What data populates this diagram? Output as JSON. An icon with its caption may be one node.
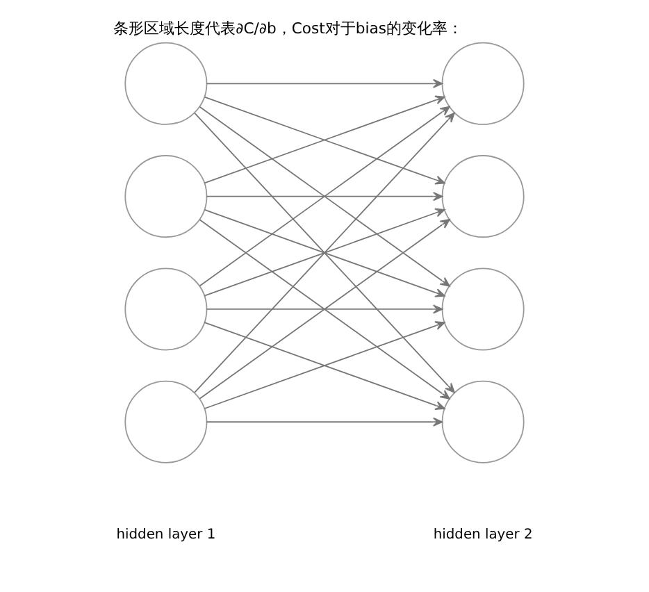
{
  "diagram": {
    "title": "条形区域长度代表∂C/∂b，Cost对于bias的变化率：",
    "nodes": [
      {
        "text": [],
        "shape": "circle"
      },
      {
        "text": [],
        "shape": "circle"
      },
      {
        "text": [],
        "shape": "circle"
      },
      {
        "text": [],
        "shape": "circle"
      },
      {
        "text": [],
        "shape": "circle"
      },
      {
        "text": [],
        "shape": "circle"
      },
      {
        "text": [],
        "shape": "circle"
      },
      {
        "text": [],
        "shape": "circle"
      }
    ],
    "edges": [
      {
        "from": 0,
        "to": 4,
        "arrow": "to"
      },
      {
        "from": 0,
        "to": 5,
        "arrow": "to"
      },
      {
        "from": 0,
        "to": 6,
        "arrow": "to"
      },
      {
        "from": 0,
        "to": 7,
        "arrow": "to"
      },
      {
        "from": 1,
        "to": 4,
        "arrow": "to"
      },
      {
        "from": 1,
        "to": 5,
        "arrow": "to"
      },
      {
        "from": 1,
        "to": 6,
        "arrow": "to"
      },
      {
        "from": 1,
        "to": 7,
        "arrow": "to"
      },
      {
        "from": 2,
        "to": 4,
        "arrow": "to"
      },
      {
        "from": 2,
        "to": 5,
        "arrow": "to"
      },
      {
        "from": 2,
        "to": 6,
        "arrow": "to"
      },
      {
        "from": 2,
        "to": 7,
        "arrow": "to"
      },
      {
        "from": 3,
        "to": 4,
        "arrow": "to"
      },
      {
        "from": 3,
        "to": 5,
        "arrow": "to"
      },
      {
        "from": 3,
        "to": 6,
        "arrow": "to"
      },
      {
        "from": 3,
        "to": 7,
        "arrow": "to"
      }
    ],
    "labels": [
      "hidden layer 1",
      "hidden layer 2"
    ]
  }
}
